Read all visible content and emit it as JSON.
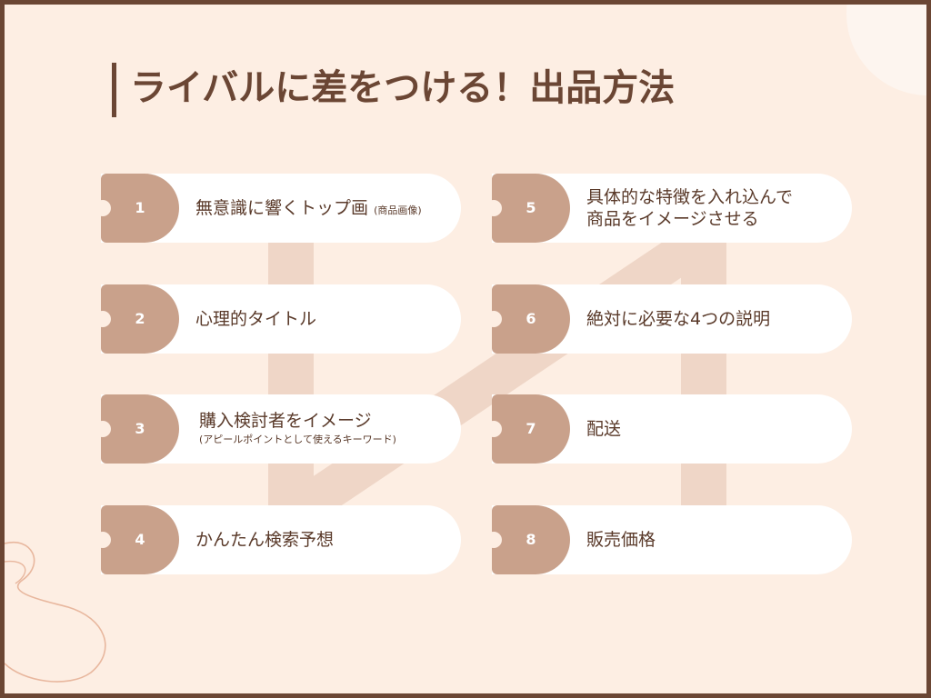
{
  "title": "ライバルに差をつける！出品方法",
  "colors": {
    "background": "#fdeee3",
    "frame": "#6b4634",
    "title": "#6b4634",
    "number_tab": "#c9a18b",
    "pill": "#ffffff",
    "connector": "#efd6c7",
    "text": "#5a3a2a",
    "doodle": "#e8b79e"
  },
  "steps": [
    {
      "number": "1",
      "label": "無意識に響くトップ画",
      "note": "(商品画像)"
    },
    {
      "number": "2",
      "label": "心理的タイトル"
    },
    {
      "number": "3",
      "label": "購入検討者をイメージ",
      "sub": "(アピールポイントとして使えるキーワード)"
    },
    {
      "number": "4",
      "label": "かんたん検索予想"
    },
    {
      "number": "5",
      "line1": "具体的な特徴を入れ込んで",
      "line2": "商品をイメージさせる"
    },
    {
      "number": "6",
      "label": "絶対に必要な4つの説明"
    },
    {
      "number": "7",
      "label": "配送"
    },
    {
      "number": "8",
      "label": "販売価格"
    }
  ]
}
